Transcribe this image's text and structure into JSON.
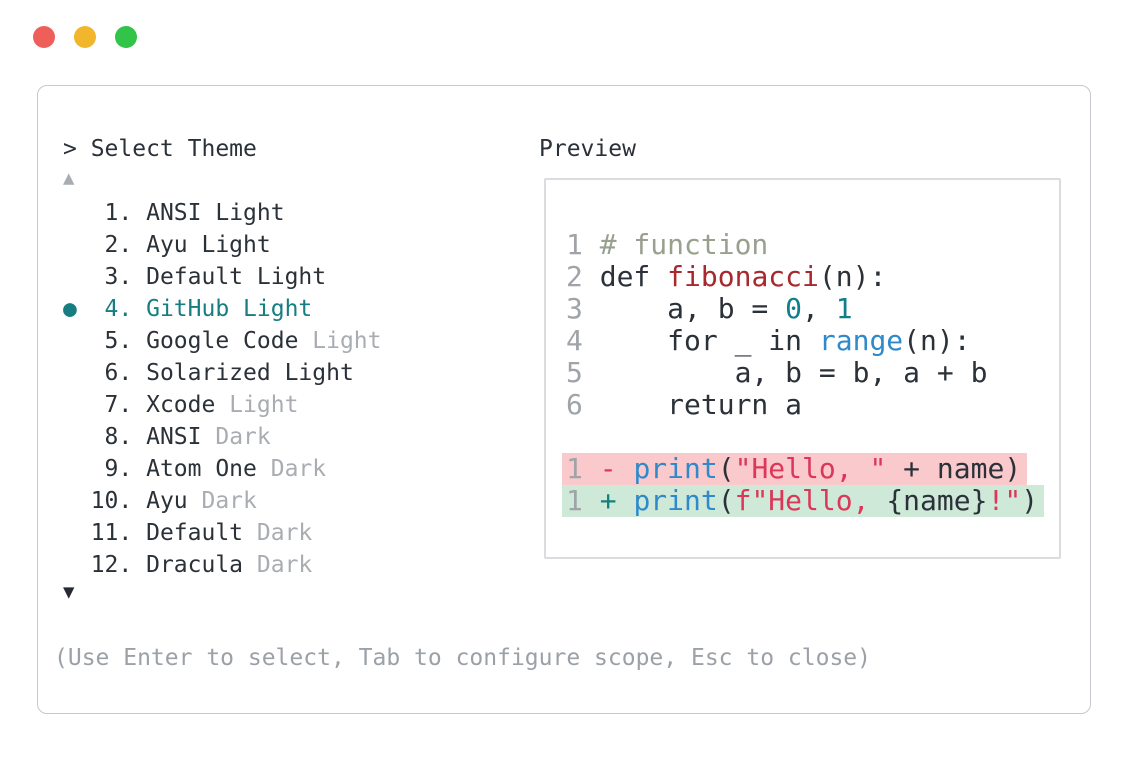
{
  "window": {
    "background": "#ffffff",
    "traffic_lights": [
      {
        "name": "close",
        "color": "#ef5f5a"
      },
      {
        "name": "minimize",
        "color": "#f2b62c"
      },
      {
        "name": "zoom",
        "color": "#31c448"
      }
    ]
  },
  "prompt": {
    "text": "> Select Theme"
  },
  "theme_list": {
    "bullet_symbol": "●",
    "scroll_up_symbol": "▲",
    "scroll_down_symbol": "▼",
    "items": [
      {
        "number": " 1. ",
        "name": "ANSI ",
        "suffix": "Light",
        "selected": false,
        "muted_suffix": false
      },
      {
        "number": " 2. ",
        "name": "Ayu ",
        "suffix": "Light",
        "selected": false,
        "muted_suffix": false
      },
      {
        "number": " 3. ",
        "name": "Default ",
        "suffix": "Light",
        "selected": false,
        "muted_suffix": false
      },
      {
        "number": " 4. ",
        "name": "GitHub ",
        "suffix": "Light",
        "selected": true,
        "muted_suffix": false
      },
      {
        "number": " 5. ",
        "name": "Google Code ",
        "suffix": "Light",
        "selected": false,
        "muted_suffix": true
      },
      {
        "number": " 6. ",
        "name": "Solarized ",
        "suffix": "Light",
        "selected": false,
        "muted_suffix": false
      },
      {
        "number": " 7. ",
        "name": "Xcode ",
        "suffix": "Light",
        "selected": false,
        "muted_suffix": true
      },
      {
        "number": " 8. ",
        "name": "ANSI ",
        "suffix": "Dark",
        "selected": false,
        "muted_suffix": true
      },
      {
        "number": " 9. ",
        "name": "Atom One ",
        "suffix": "Dark",
        "selected": false,
        "muted_suffix": true
      },
      {
        "number": "10. ",
        "name": "Ayu ",
        "suffix": "Dark",
        "selected": false,
        "muted_suffix": true
      },
      {
        "number": "11. ",
        "name": "Default ",
        "suffix": "Dark",
        "selected": false,
        "muted_suffix": true
      },
      {
        "number": "12. ",
        "name": "Dracula ",
        "suffix": "Dark",
        "selected": false,
        "muted_suffix": true
      }
    ]
  },
  "preview": {
    "title": "Preview",
    "code_lines": [
      {
        "num": "1",
        "diff": null,
        "tokens": [
          {
            "t": "# function",
            "c": "comment"
          }
        ]
      },
      {
        "num": "2",
        "diff": null,
        "tokens": [
          {
            "t": "def ",
            "c": "text"
          },
          {
            "t": "fibonacci",
            "c": "funcdef"
          },
          {
            "t": "(n):",
            "c": "text"
          }
        ]
      },
      {
        "num": "3",
        "diff": null,
        "tokens": [
          {
            "t": "    a, b = ",
            "c": "text"
          },
          {
            "t": "0",
            "c": "number"
          },
          {
            "t": ", ",
            "c": "text"
          },
          {
            "t": "1",
            "c": "number"
          }
        ]
      },
      {
        "num": "4",
        "diff": null,
        "tokens": [
          {
            "t": "    for _ in ",
            "c": "text"
          },
          {
            "t": "range",
            "c": "builtin"
          },
          {
            "t": "(n):",
            "c": "text"
          }
        ]
      },
      {
        "num": "5",
        "diff": null,
        "tokens": [
          {
            "t": "        a, b = b, a + b",
            "c": "text"
          }
        ]
      },
      {
        "num": "6",
        "diff": null,
        "tokens": [
          {
            "t": "    return a",
            "c": "text"
          }
        ]
      },
      {
        "num": "",
        "diff": null,
        "tokens": []
      },
      {
        "num": "1",
        "diff": "removed",
        "tokens": [
          {
            "t": "- ",
            "c": "diffminus"
          },
          {
            "t": "print",
            "c": "builtin"
          },
          {
            "t": "(",
            "c": "text"
          },
          {
            "t": "\"Hello, \"",
            "c": "string"
          },
          {
            "t": " + name)",
            "c": "text"
          }
        ]
      },
      {
        "num": "1",
        "diff": "added",
        "tokens": [
          {
            "t": "+ ",
            "c": "diffplus"
          },
          {
            "t": "print",
            "c": "builtin"
          },
          {
            "t": "(",
            "c": "text"
          },
          {
            "t": "f\"Hello, ",
            "c": "string"
          },
          {
            "t": "{name}",
            "c": "text"
          },
          {
            "t": "!\"",
            "c": "string"
          },
          {
            "t": ")",
            "c": "text"
          }
        ]
      }
    ]
  },
  "hint": {
    "text": "(Use Enter to select, Tab to configure scope, Esc to close)"
  },
  "colors": {
    "accent_selected": "#167e80",
    "text_dark": "#2b3138",
    "muted_gray": "#a9adb1",
    "line_number_gray": "#a0a4a8",
    "comment": "#9aa08e",
    "function_def_red": "#a8282e",
    "number_teal": "#0f7f8c",
    "builtin_blue": "#2e8aca",
    "string_crimson": "#dc3658",
    "diff_removed_bg": "#f9c9cc",
    "diff_added_bg": "#cfe9d9",
    "panel_border": "#c5c9cd",
    "preview_border": "#dadce0",
    "hint_gray": "#9ba1a7"
  }
}
